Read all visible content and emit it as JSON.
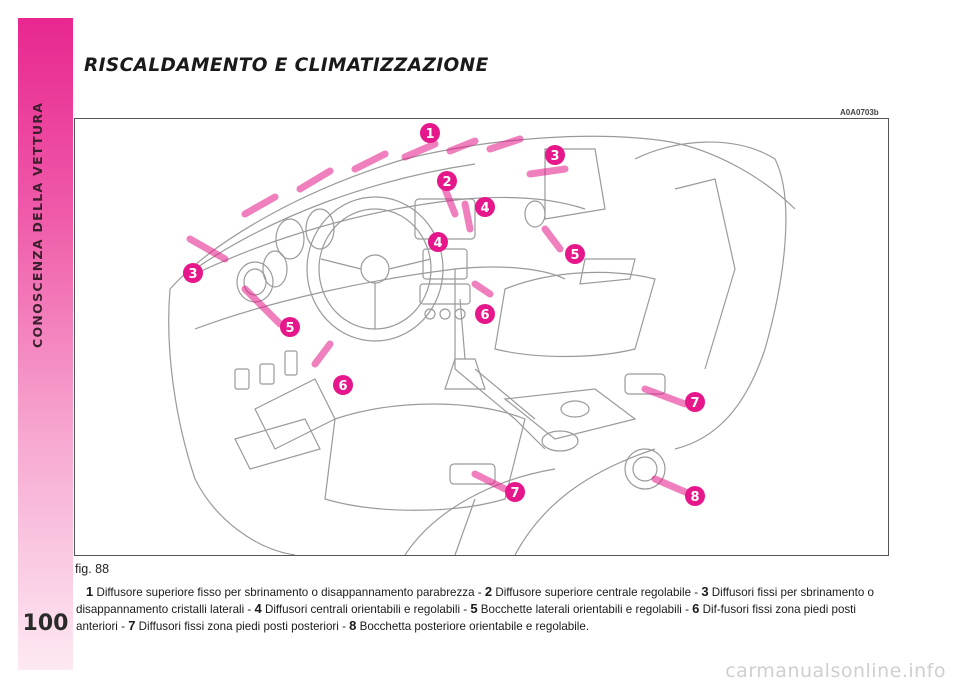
{
  "page": {
    "section_label": "CONOSCENZA DELLA VETTURA",
    "page_number": "100",
    "title": "RISCALDAMENTO E CLIMATIZZAZIONE",
    "figure_code": "A0A0703b",
    "figure_caption": "fig. 88",
    "watermark": "carmanualsonline.info"
  },
  "figure": {
    "callout_labels": [
      "1",
      "2",
      "3",
      "3",
      "4",
      "4",
      "5",
      "5",
      "6",
      "6",
      "7",
      "7",
      "8"
    ],
    "colors": {
      "badge": "#e5178a",
      "arrow": "#e5178a",
      "line": "#9a9a9a"
    }
  },
  "legend": [
    {
      "num": "1",
      "text": " Diffusore superiore fisso per sbrinamento o disappannamento parabrezza - "
    },
    {
      "num": "2",
      "text": " Diffusore superiore centrale regolabile - "
    },
    {
      "num": "3",
      "text": " Diffusori fissi per sbrinamento o disappannamento cristalli laterali - "
    },
    {
      "num": "4",
      "text": " Diffusori centrali orientabili e regolabili - "
    },
    {
      "num": "5",
      "text": " Bocchette laterali orientabili e regolabili - "
    },
    {
      "num": "6",
      "text": " Dif-fusori fissi zona piedi posti anteriori - "
    },
    {
      "num": "7",
      "text": " Diffusori fissi zona piedi posti posteriori - "
    },
    {
      "num": "8",
      "text": " Bocchetta posteriore orientabile e regolabile."
    }
  ]
}
